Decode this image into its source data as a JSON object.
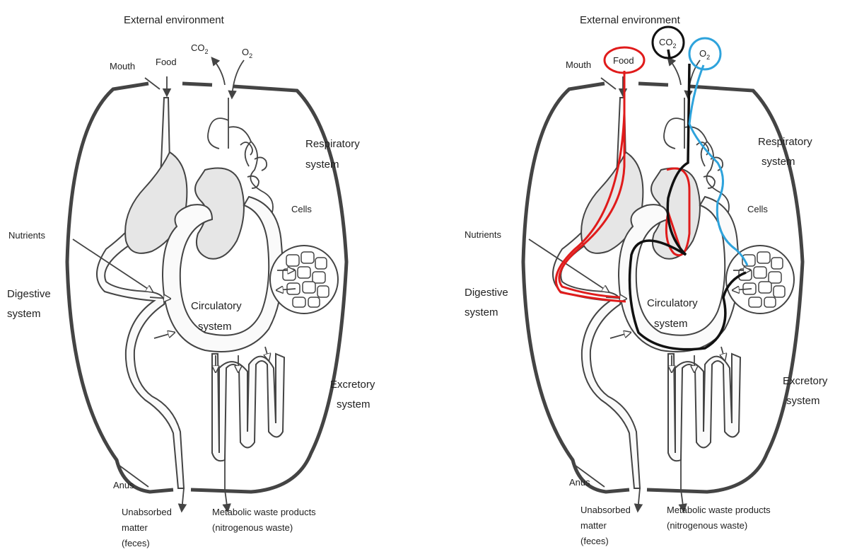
{
  "panels": [
    {
      "id": "plain",
      "labels": {
        "environment": "External environment",
        "mouth": "Mouth",
        "food": "Food",
        "co2": "CO",
        "co2_sub": "2",
        "o2": "O",
        "o2_sub": "2",
        "respiratory_1": "Respiratory",
        "respiratory_2": "system",
        "cells": "Cells",
        "nutrients": "Nutrients",
        "digestive_1": "Digestive",
        "digestive_2": "system",
        "circulatory_1": "Circulatory",
        "circulatory_2": "system",
        "excretory_1": "Excretory",
        "excretory_2": "system",
        "anus": "Anus",
        "unabsorbed_1": "Unabsorbed",
        "unabsorbed_2": "matter",
        "unabsorbed_3": "(feces)",
        "waste_1": "Metabolic waste products",
        "waste_2": "(nitrogenous waste)"
      }
    },
    {
      "id": "traced",
      "labels": {
        "environment": "External environment",
        "mouth": "Mouth",
        "food": "Food",
        "co2": "CO",
        "co2_sub": "2",
        "o2": "O",
        "o2_sub": "2",
        "respiratory_1": "Respiratory",
        "respiratory_2": "system",
        "cells": "Cells",
        "nutrients": "Nutrients",
        "digestive_1": "Digestive",
        "digestive_2": "system",
        "circulatory_1": "Circulatory",
        "circulatory_2": "system",
        "excretory_1": "Excretory",
        "excretory_2": "system",
        "anus": "Anus",
        "unabsorbed_1": "Unabsorbed",
        "unabsorbed_2": "matter",
        "unabsorbed_3": "(feces)",
        "waste_1": "Metabolic waste products",
        "waste_2": "(nitrogenous waste)"
      }
    }
  ],
  "colors": {
    "food_path": "#e01b1b",
    "co2_path": "#111111",
    "o2_path": "#2ea3dc",
    "outline": "#444444",
    "tube_fill": "#e6e6e6"
  }
}
